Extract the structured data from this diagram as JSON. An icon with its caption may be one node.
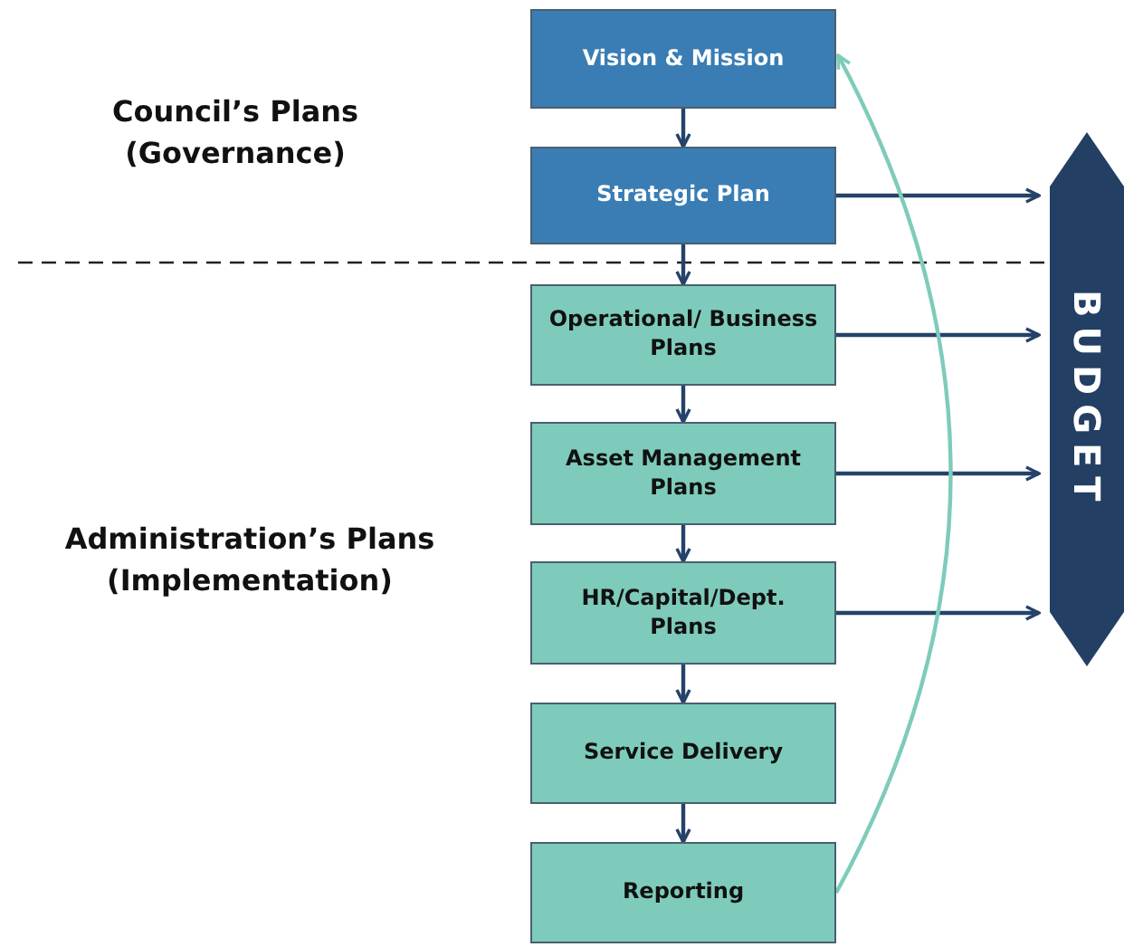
{
  "diagram": {
    "nodes": [
      {
        "text": [
          "Vision & Mission"
        ]
      },
      {
        "text": [
          "Strategic Plan"
        ]
      },
      {
        "text": [
          "Operational/ Business Plans"
        ]
      },
      {
        "text": [
          "Asset Management Plans"
        ]
      },
      {
        "text": [
          "HR/Capital/Dept. Plans"
        ]
      },
      {
        "text": [
          "Service Delivery"
        ]
      },
      {
        "text": [
          "Reporting"
        ]
      },
      {
        "text": [
          "BUDGET"
        ]
      }
    ],
    "edges": [
      {
        "from": 0,
        "to": 1,
        "arrow": "to"
      },
      {
        "from": 1,
        "to": 2,
        "arrow": "to"
      },
      {
        "from": 2,
        "to": 3,
        "arrow": "to"
      },
      {
        "from": 3,
        "to": 4,
        "arrow": "to"
      },
      {
        "from": 4,
        "to": 5,
        "arrow": "to"
      },
      {
        "from": 5,
        "to": 6,
        "arrow": "to"
      },
      {
        "from": 1,
        "to": 7,
        "arrow": "to"
      },
      {
        "from": 2,
        "to": 7,
        "arrow": "to"
      },
      {
        "from": 3,
        "to": 7,
        "arrow": "to"
      },
      {
        "from": 4,
        "to": 7,
        "arrow": "to"
      },
      {
        "from": 6,
        "to": 0,
        "arrow": "to",
        "color": "#7ecbbb"
      }
    ],
    "labels": [
      "Council’s Plans (Governance)",
      "Administration’s Plans (Implementation)"
    ]
  }
}
